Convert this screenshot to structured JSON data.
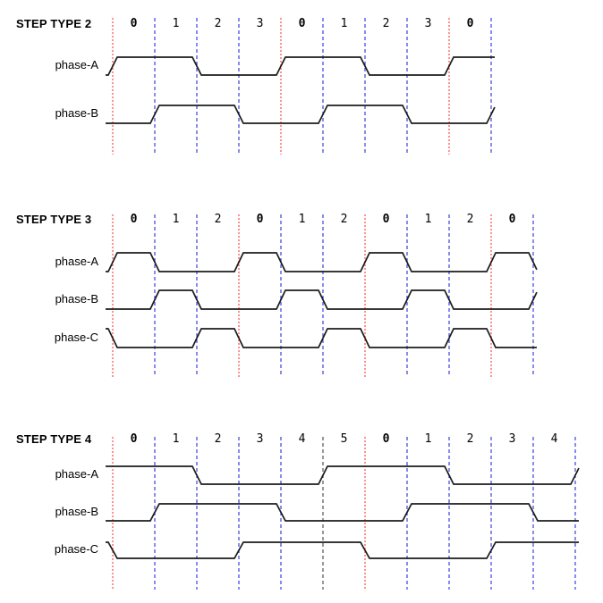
{
  "colors": {
    "background": "#ffffff",
    "waveform": "#1c1c1c",
    "step0_boundary_red": "#ff8686",
    "step_boundary_blue": "#4d4de0",
    "alt_boundary_gray": "#606060",
    "text": "#000000"
  },
  "diagrams": [
    {
      "title": "STEP TYPE 2",
      "steps": [
        {
          "label": "0",
          "bold": true
        },
        {
          "label": "1",
          "bold": false
        },
        {
          "label": "2",
          "bold": false
        },
        {
          "label": "3",
          "bold": false
        },
        {
          "label": "0",
          "bold": true
        },
        {
          "label": "1",
          "bold": false
        },
        {
          "label": "2",
          "bold": false
        },
        {
          "label": "3",
          "bold": false
        },
        {
          "label": "0",
          "bold": true
        }
      ],
      "boundaries": [
        "red",
        "blue",
        "blue",
        "blue",
        "red",
        "blue",
        "blue",
        "blue",
        "red",
        "blue"
      ],
      "phases": [
        {
          "label": "phase-A",
          "initial_level": "low",
          "toggles": [
            0,
            2,
            4,
            6,
            8
          ]
        },
        {
          "label": "phase-B",
          "initial_level": "low",
          "toggles": [
            1,
            3,
            5,
            7,
            9
          ]
        }
      ]
    },
    {
      "title": "STEP TYPE 3",
      "steps": [
        {
          "label": "0",
          "bold": true
        },
        {
          "label": "1",
          "bold": false
        },
        {
          "label": "2",
          "bold": false
        },
        {
          "label": "0",
          "bold": true
        },
        {
          "label": "1",
          "bold": false
        },
        {
          "label": "2",
          "bold": false
        },
        {
          "label": "0",
          "bold": true
        },
        {
          "label": "1",
          "bold": false
        },
        {
          "label": "2",
          "bold": false
        },
        {
          "label": "0",
          "bold": true
        }
      ],
      "boundaries": [
        "red",
        "blue",
        "blue",
        "red",
        "blue",
        "blue",
        "red",
        "blue",
        "blue",
        "red",
        "blue"
      ],
      "phases": [
        {
          "label": "phase-A",
          "initial_level": "low",
          "toggles": [
            0,
            1,
            3,
            4,
            6,
            7,
            9,
            10
          ]
        },
        {
          "label": "phase-B",
          "initial_level": "low",
          "toggles": [
            1,
            2,
            4,
            5,
            7,
            8,
            10
          ]
        },
        {
          "label": "phase-C",
          "initial_level": "high",
          "toggles": [
            0,
            2,
            3,
            5,
            6,
            8,
            9
          ]
        }
      ]
    },
    {
      "title": "STEP TYPE 4",
      "steps": [
        {
          "label": "0",
          "bold": true
        },
        {
          "label": "1",
          "bold": false
        },
        {
          "label": "2",
          "bold": false
        },
        {
          "label": "3",
          "bold": false
        },
        {
          "label": "4",
          "bold": false
        },
        {
          "label": "5",
          "bold": false
        },
        {
          "label": "0",
          "bold": true
        },
        {
          "label": "1",
          "bold": false
        },
        {
          "label": "2",
          "bold": false
        },
        {
          "label": "3",
          "bold": false
        },
        {
          "label": "4",
          "bold": false
        }
      ],
      "boundaries": [
        "red",
        "blue",
        "blue",
        "blue",
        "blue",
        "gray",
        "red",
        "blue",
        "blue",
        "blue",
        "blue",
        "blue"
      ],
      "phases": [
        {
          "label": "phase-A",
          "initial_level": "high",
          "toggles": [
            2,
            5,
            8,
            11
          ]
        },
        {
          "label": "phase-B",
          "initial_level": "low",
          "toggles": [
            1,
            4,
            7,
            10
          ]
        },
        {
          "label": "phase-C",
          "initial_level": "high",
          "toggles": [
            0,
            3,
            6,
            9
          ]
        }
      ]
    }
  ]
}
